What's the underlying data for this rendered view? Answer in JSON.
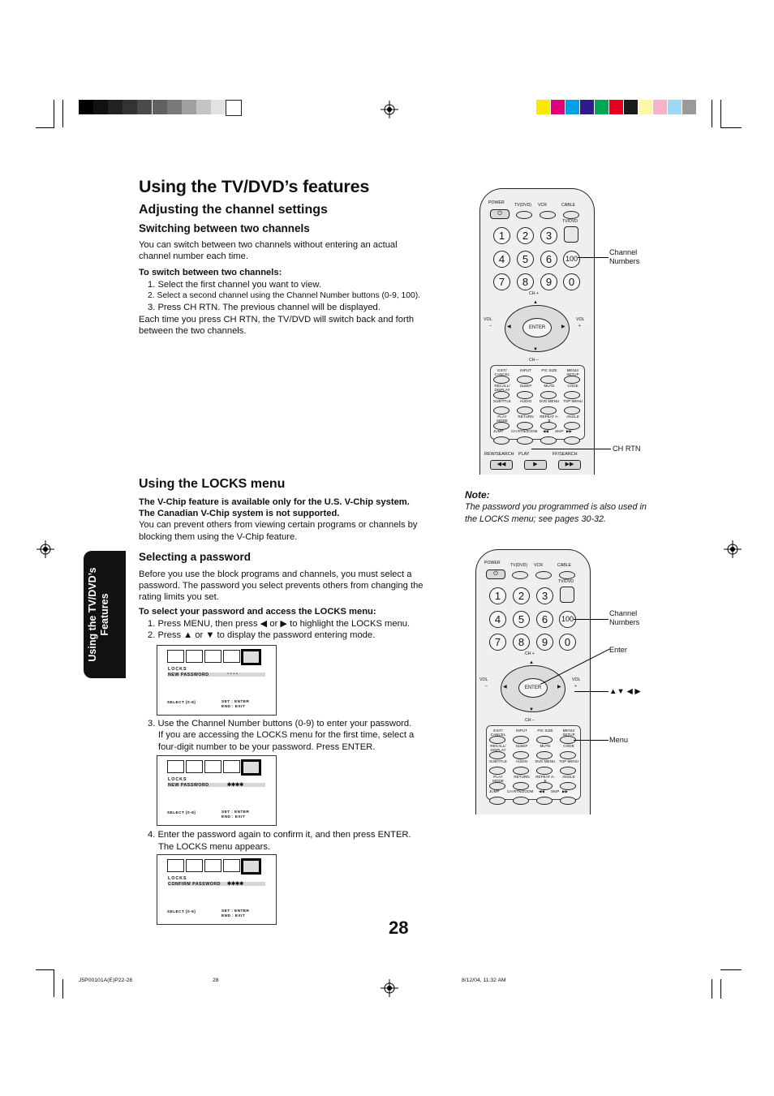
{
  "page": {
    "title": "Using the TV/DVD’s features",
    "page_number": "28",
    "side_tab": "Using the TV/DVD’s Features",
    "footer": {
      "left": "J5P00101A(E)P22-28",
      "center": "28",
      "right": "8/12/04, 11:32 AM"
    }
  },
  "colors": {
    "grayscale": [
      "#000000",
      "#111111",
      "#222222",
      "#333333",
      "#4a4a4a",
      "#606060",
      "#7a7a7a",
      "#a0a0a0",
      "#c4c4c4",
      "#e2e2e2",
      "#ffffff"
    ],
    "process": [
      "#ffe600",
      "#e2007a",
      "#00a0e9",
      "#2d1a8c",
      "#00a651",
      "#e60020",
      "#1a1a1a",
      "#fff7a8",
      "#f6b3c8",
      "#9fd8f5",
      "#9a9a9a"
    ]
  },
  "channel_section": {
    "heading": "Adjusting the channel settings",
    "subheading": "Switching between two channels",
    "intro_line1": "You can switch between two channels without entering an actual",
    "intro_line2": "channel number each time.",
    "steps_title": "To switch between two channels:",
    "steps": [
      "1. Select the first channel you want to view.",
      "2. Select a second channel using the Channel Number buttons (0-9, 100).",
      "3. Press CH RTN. The previous channel will be displayed."
    ],
    "outro_line1": "Each time you press CH RTN, the TV/DVD will switch back and forth",
    "outro_line2": "between the two channels."
  },
  "locks_section": {
    "heading": "Using the LOCKS menu",
    "bold_line1": "The V-Chip feature is available only for the U.S. V-Chip system.",
    "bold_line2": "The Canadian V-Chip system is not supported.",
    "body_line1": "You can prevent others from viewing certain programs or channels by",
    "body_line2": "blocking them using the V-Chip feature.",
    "subheading": "Selecting a password",
    "pw_line1": "Before you use the block programs and channels, you must select a",
    "pw_line2": "password. The password you select prevents others from changing the",
    "pw_line3": "rating limits you set.",
    "steps_title": "To select your password and access the LOCKS menu:",
    "step1": "1. Press MENU, then press ◀ or ▶ to highlight the LOCKS menu.",
    "step2": "2. Press ▲ or ▼ to display the password entering mode.",
    "step3_line1": "3. Use the Channel Number buttons (0-9) to enter your password.",
    "step3_line2": "If you are accessing the LOCKS menu for the first time, select a",
    "step3_line3": "four-digit number to be your password. Press ENTER.",
    "step4_line1": "4. Enter the password again to confirm it, and then press ENTER.",
    "step4_line2": "The LOCKS menu appears."
  },
  "note": {
    "label": "Note:",
    "line1": "The password you programmed is also used in",
    "line2": "the LOCKS menu; see pages 30-32."
  },
  "menus": [
    {
      "title": "LOCKS",
      "label": "NEW PASSWORD",
      "field": "- - - -",
      "foot_left": "SELECT [0-9]",
      "foot_right1": "SET : ENTER",
      "foot_right2": "END : EXIT"
    },
    {
      "title": "LOCKS",
      "label": "NEW PASSWORD",
      "field": "✱✱✱✱",
      "foot_left": "SELECT [0-9]",
      "foot_right1": "SET : ENTER",
      "foot_right2": "END : EXIT"
    },
    {
      "title": "LOCKS",
      "label": "CONFIRM PASSWORD",
      "field": "✱✱✱✱",
      "foot_left": "SELECT [0-9]",
      "foot_right1": "SET : ENTER",
      "foot_right2": "END : EXIT"
    }
  ],
  "remote": {
    "power": "POWER",
    "modes": [
      "TV(DVD)",
      "VCR",
      "CABLE"
    ],
    "tvdvd": "TV/DVD",
    "digits": [
      "1",
      "2",
      "3",
      "4",
      "5",
      "6",
      "100",
      "7",
      "8",
      "9",
      "0"
    ],
    "ch_plus": "CH +",
    "ch_minus": "CH –",
    "vol_left": "VOL",
    "vol_minus": "–",
    "vol_right": "VOL",
    "vol_plus": "+",
    "enter": "ENTER",
    "row1": [
      "EXIT/ CANCEL",
      "INPUT",
      "PIC SIZE",
      "MENU/ SETUP"
    ],
    "row2": [
      "RECALL/ DISPLAY",
      "SLEEP",
      "MUTE",
      "CODE"
    ],
    "row3": [
      "SUBTITLE",
      "AUDIO",
      "DVD MENU",
      "TOP MENU"
    ],
    "row4": [
      "PLAY MODE",
      "RETURN",
      "REPEAT A-B",
      "ANGLE"
    ],
    "row5": [
      "JUMP",
      "CH RTN/ZOOM",
      "◀◀",
      "SKIP",
      "▶▶"
    ],
    "transport": [
      "REW/SEARCH",
      "PLAY",
      "FF/SEARCH"
    ]
  },
  "callouts_top": {
    "channel_numbers": "Channel Numbers",
    "ch_rtn": "CH RTN"
  },
  "callouts_bottom": {
    "channel_numbers": "Channel Numbers",
    "enter": "Enter",
    "arrows": "▲▼ ◀ ▶",
    "menu": "Menu"
  }
}
